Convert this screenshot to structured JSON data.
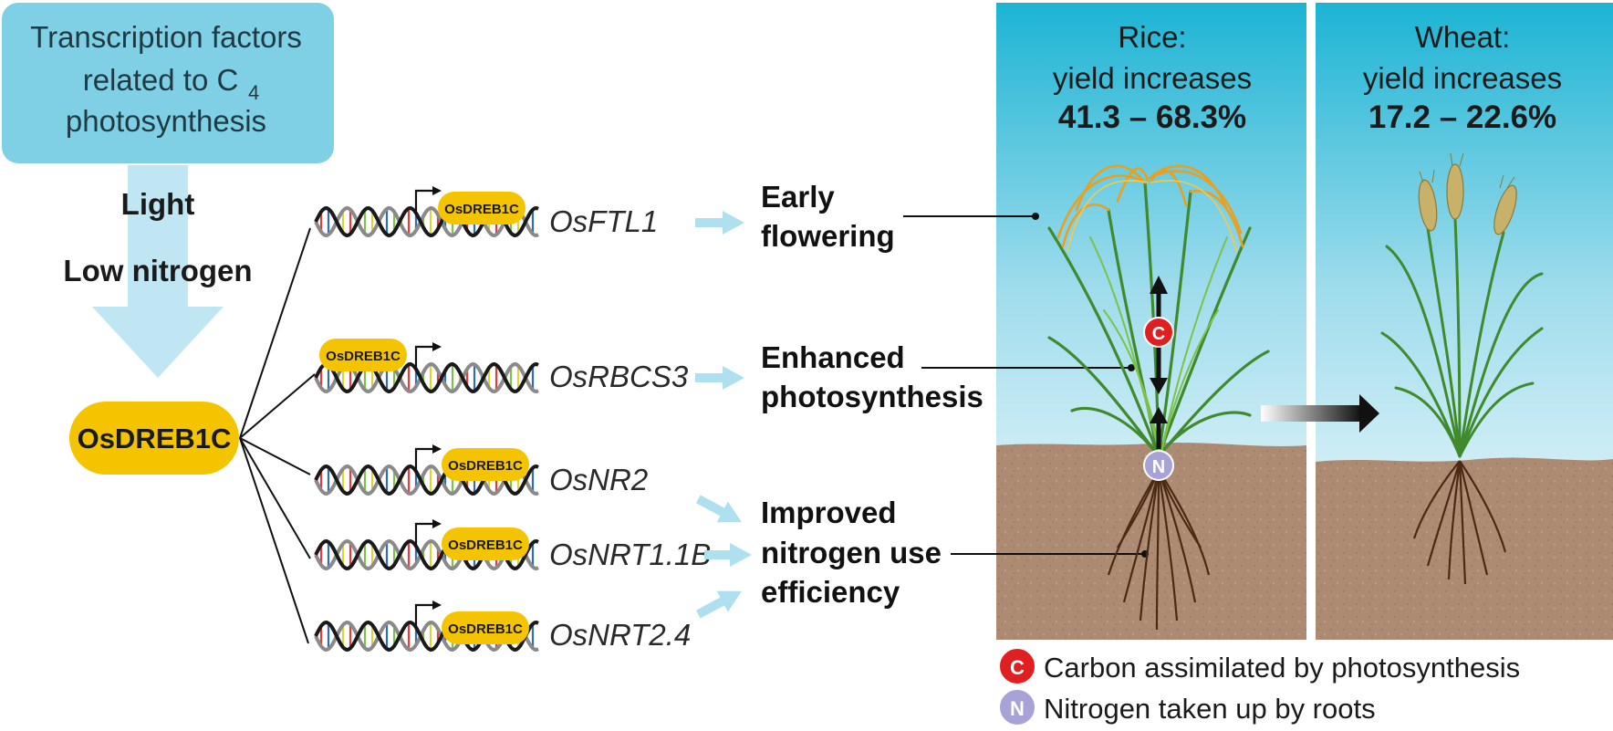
{
  "tf_box": {
    "line1": "Transcription factors",
    "line2": "related to C",
    "subscript": "4",
    "line3": "photosynthesis"
  },
  "conditions": {
    "light": "Light",
    "low_nitrogen": "Low nitrogen"
  },
  "main_factor": "OsDREB1C",
  "binding_label": "OsDREB1C",
  "genes": [
    "OsFTL1",
    "OsRBCS3",
    "OsNR2",
    "OsNRT1.1B",
    "OsNRT2.4"
  ],
  "effects": {
    "early": [
      "Early",
      "flowering"
    ],
    "photo": [
      "Enhanced",
      "photosynthesis"
    ],
    "nitrogen": [
      "Improved",
      "nitrogen use",
      "efficiency"
    ]
  },
  "rice": {
    "line1": "Rice:",
    "line2": "yield increases",
    "value": "41.3 – 68.3%"
  },
  "wheat": {
    "line1": "Wheat:",
    "line2": "yield increases",
    "value": "17.2 – 22.6%"
  },
  "markers": {
    "carbon": "C",
    "nitrogen": "N"
  },
  "legend": {
    "carbon": "Carbon assimilated by photosynthesis",
    "nitrogen": "Nitrogen taken up by roots"
  },
  "colors": {
    "tf_box": "#7fd0e4",
    "arrow_light": "#bfe6f2",
    "factor": "#f5c400",
    "sky_top": "#22b8d6",
    "soil": "#ae8c73",
    "carbon": "#e02020",
    "nitrogen": "#a7a3d6",
    "dna_red": "#e53b3b",
    "dna_blue": "#2f6db5",
    "dna_green": "#7cc24a",
    "dna_yellow": "#d9d43a"
  }
}
